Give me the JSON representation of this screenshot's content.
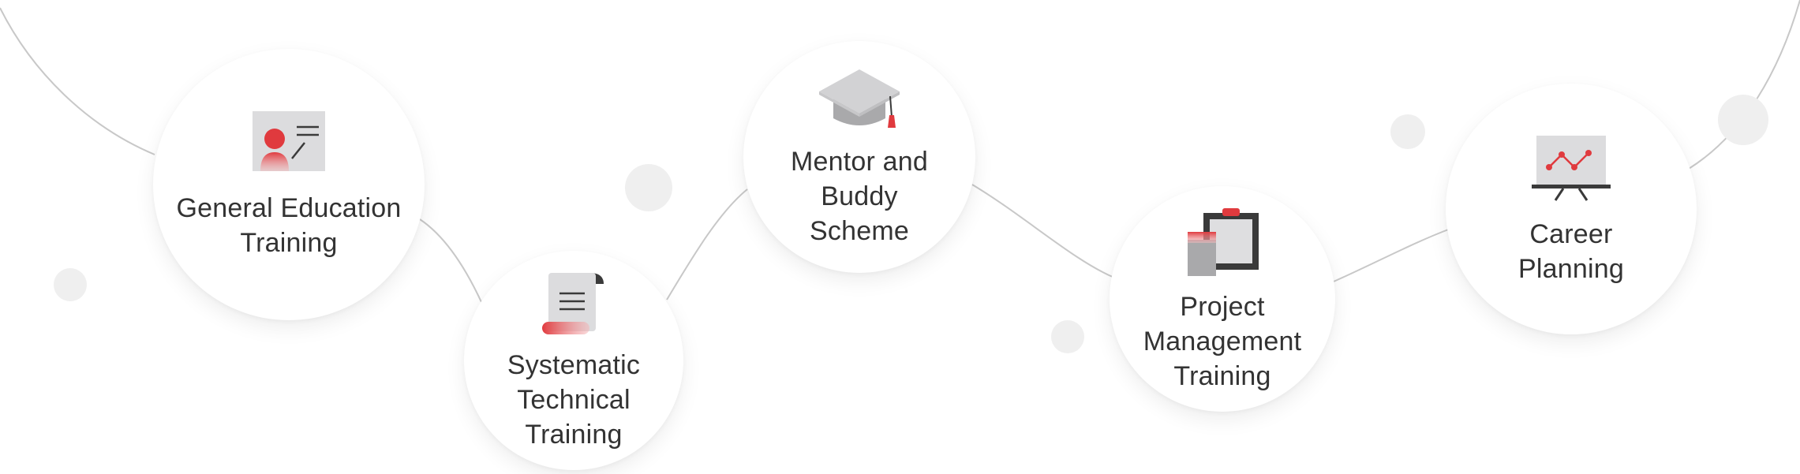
{
  "colors": {
    "accent": "#e03a3e",
    "icon_gray": "#d9d9db",
    "icon_dark": "#3a3a3a",
    "text": "#333333",
    "line": "#c8c8c8",
    "dot": "#efefef"
  },
  "steps": [
    {
      "id": "general",
      "icon": "presentation-person-icon",
      "label": "General Education\nTraining"
    },
    {
      "id": "technical",
      "icon": "scroll-icon",
      "label": "Systematic\nTechnical\nTraining"
    },
    {
      "id": "mentor",
      "icon": "graduation-cap-icon",
      "label": "Mentor and\nBuddy\nScheme"
    },
    {
      "id": "project",
      "icon": "clipboard-icon",
      "label": "Project\nManagement\nTraining"
    },
    {
      "id": "career",
      "icon": "chart-board-icon",
      "label": "Career\nPlanning"
    }
  ]
}
